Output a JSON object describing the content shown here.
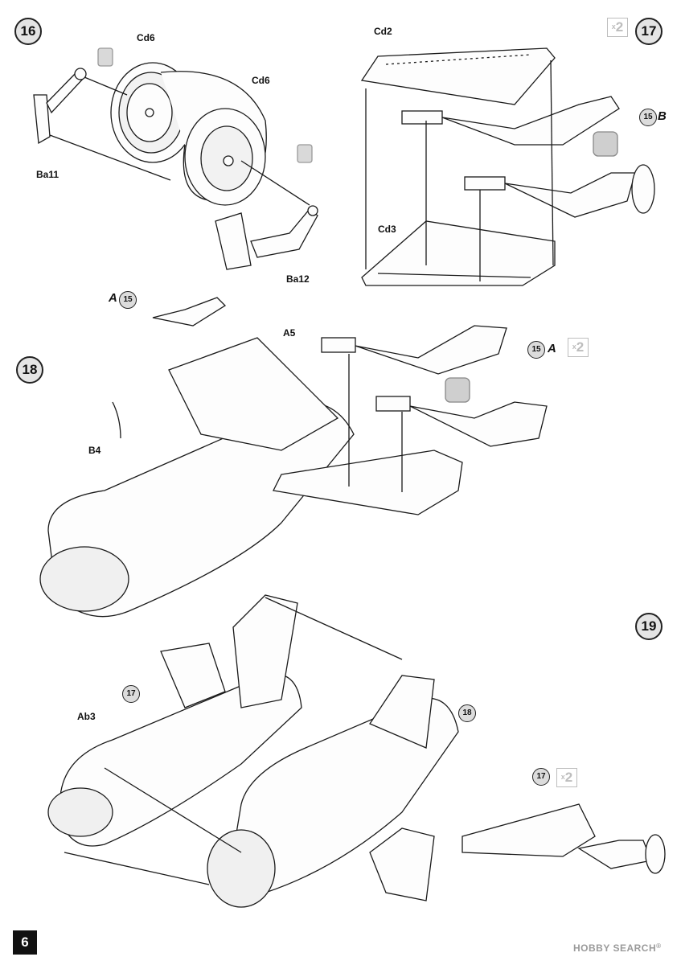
{
  "page": {
    "number": "6"
  },
  "steps": [
    {
      "id": "16",
      "label": "16"
    },
    {
      "id": "17",
      "label": "17",
      "quantity": "2",
      "quantity_prefix": "x"
    },
    {
      "id": "18",
      "label": "18",
      "quantity": "2",
      "quantity_prefix": "x"
    },
    {
      "id": "19",
      "label": "19",
      "quantity": "2",
      "quantity_prefix": "x"
    }
  ],
  "step16": {
    "parts": {
      "cd6_a": "Cd6",
      "cd6_b": "Cd6",
      "ba11": "Ba11",
      "ba12": "Ba12"
    },
    "glue_icon": "no-glue-icon"
  },
  "step17": {
    "parts": {
      "cd2": "Cd2",
      "cd3": "Cd3"
    },
    "refs": [
      {
        "num": "15",
        "letter": "B"
      }
    ],
    "flip_icon": "flip-arrow-icon"
  },
  "step18": {
    "parts": {
      "a5": "A5",
      "b4": "B4"
    },
    "refs": [
      {
        "num": "15",
        "letter": "A"
      },
      {
        "num": "15",
        "letter": "A"
      }
    ],
    "flip_icon": "flip-arrow-icon"
  },
  "step19": {
    "parts": {
      "ab3": "Ab3"
    },
    "subassemblies": [
      "17",
      "18",
      "17"
    ]
  },
  "watermark": {
    "brand": "HOBBY SEARCH",
    "mark": "®"
  }
}
